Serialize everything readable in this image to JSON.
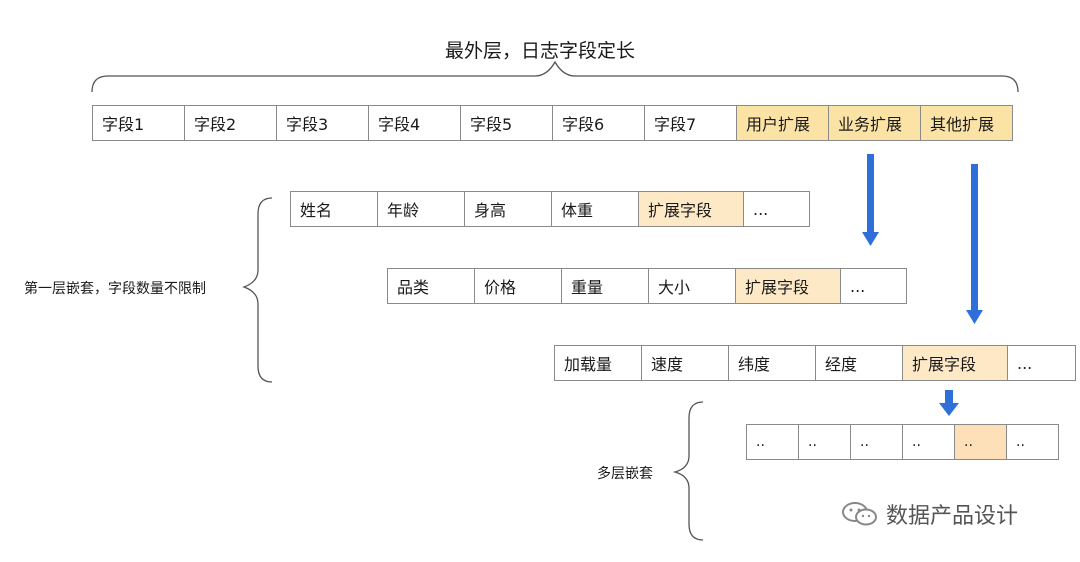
{
  "title": "最外层，日志字段定长",
  "top_row": [
    "字段1",
    "字段2",
    "字段3",
    "字段4",
    "字段5",
    "字段6",
    "字段7",
    "用户扩展",
    "业务扩展",
    "其他扩展"
  ],
  "nested_row_1": [
    "姓名",
    "年龄",
    "身高",
    "体重",
    "扩展字段",
    "..."
  ],
  "nested_row_2": [
    "品类",
    "价格",
    "重量",
    "大小",
    "扩展字段",
    "..."
  ],
  "nested_row_3": [
    "加载量",
    "速度",
    "纬度",
    "经度",
    "扩展字段",
    "..."
  ],
  "deep_row": [
    "..",
    "..",
    "..",
    "..",
    "..",
    ".."
  ],
  "label_first_layer": "第一层嵌套，字段数量不限制",
  "label_multi_layer": "多层嵌套",
  "watermark": "数据产品设计",
  "colors": {
    "highlight": "#fbe3a6",
    "deep_highlight": "#fde0b8",
    "arrow": "#2e6fd9"
  }
}
